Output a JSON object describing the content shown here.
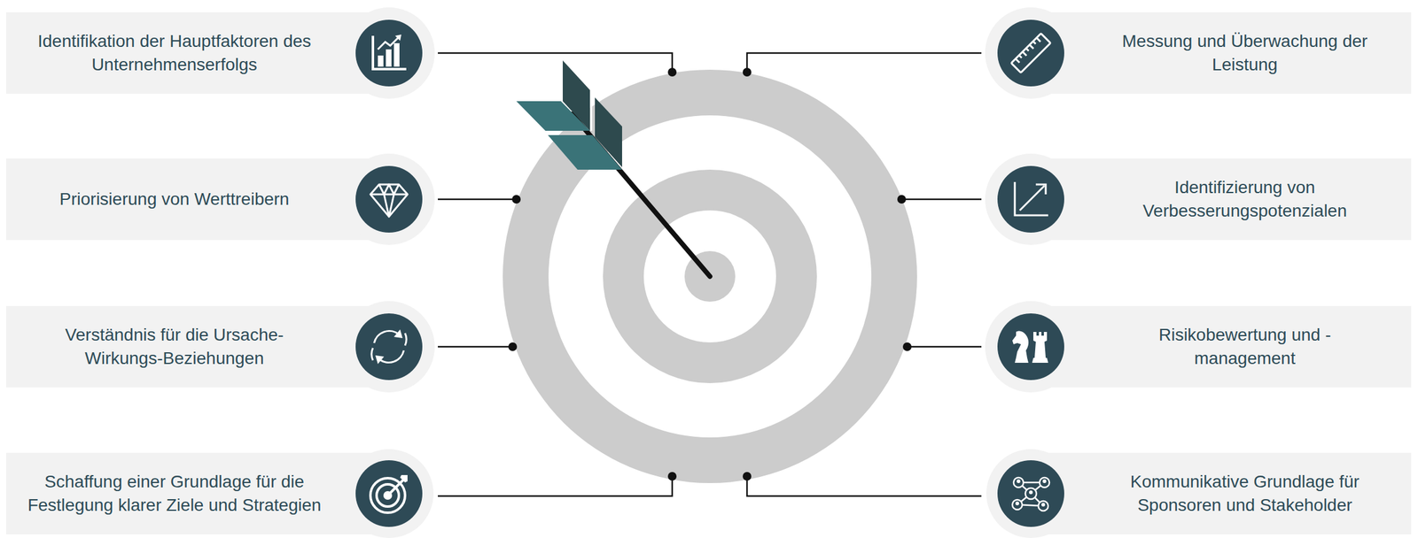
{
  "diagram": {
    "nodes": [
      {
        "text": [
          "Identifikation der Hauptfaktoren des Unternehmenserfolgs"
        ]
      },
      {
        "text": [
          "Messung und Überwachung der Leistung"
        ]
      },
      {
        "text": [
          "Priorisierung von Werttreibern"
        ]
      },
      {
        "text": [
          "Identifizierung von Verbesserungspotenzialen"
        ]
      },
      {
        "text": [
          "Verständnis für die Ursache- Wirkungs-Beziehungen"
        ]
      },
      {
        "text": [
          "Risikobewertung und - management"
        ]
      },
      {
        "text": [
          "Schaffung einer Grundlage für die Festlegung klarer Ziele und Strategien"
        ]
      },
      {
        "text": [
          "Kommunikative Grundlage für Sponsoren und Stakeholder"
        ]
      }
    ]
  }
}
